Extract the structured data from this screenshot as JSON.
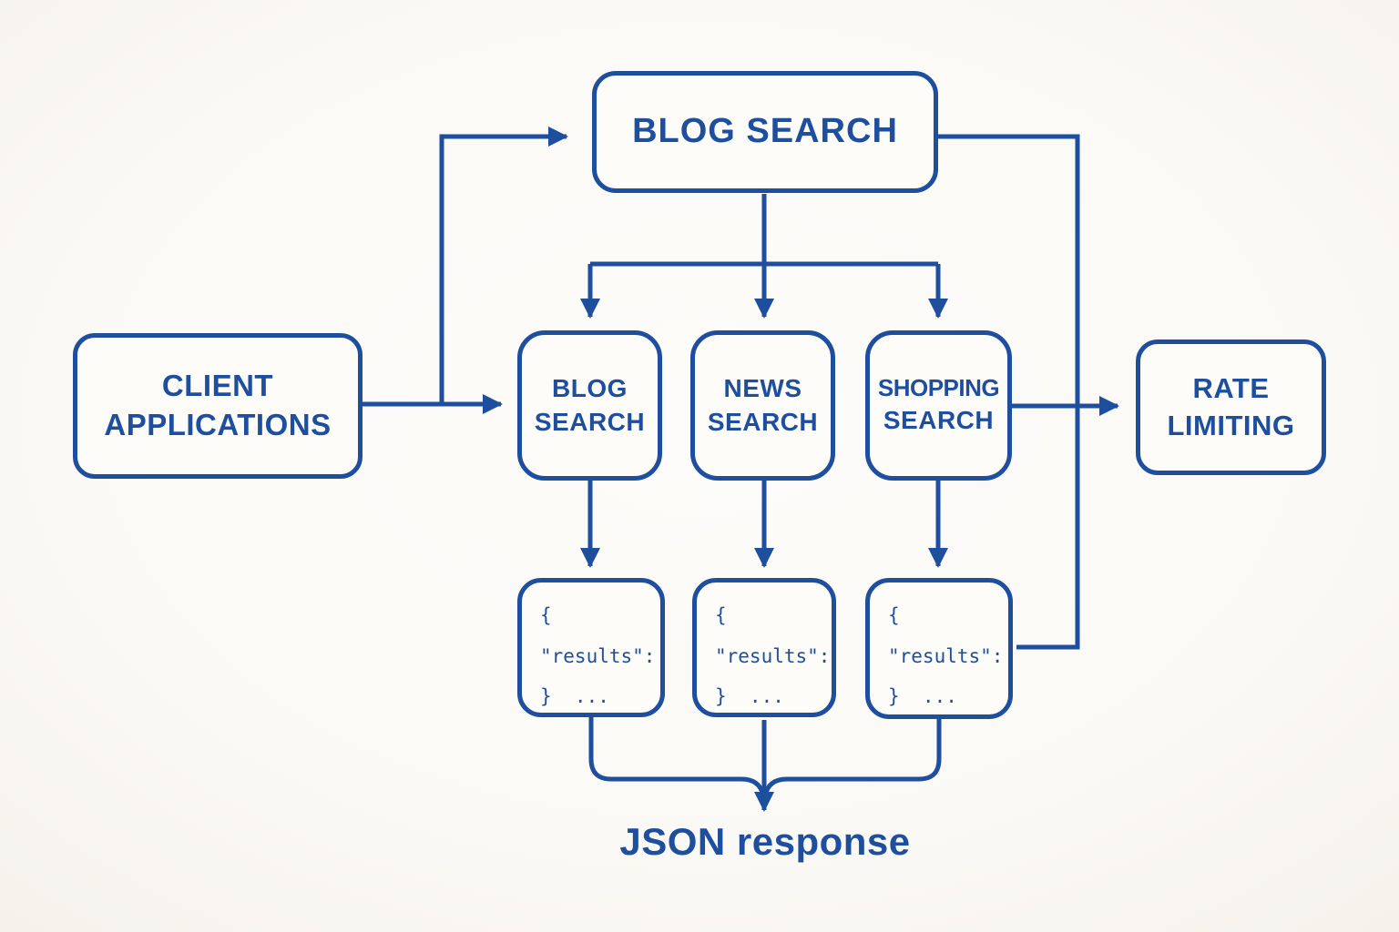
{
  "colors": {
    "accent": "#1e4f9f",
    "background": "#fbf9f5"
  },
  "nodes": {
    "blog_search_top": {
      "label": "BLOG SEARCH"
    },
    "client_applications": {
      "line1": "CLIENT",
      "line2": "APPLICATIONS"
    },
    "blog_search": {
      "line1": "BLOG",
      "line2": "SEARCH"
    },
    "news_search": {
      "line1": "NEWS",
      "line2": "SEARCH"
    },
    "shopping_search": {
      "line1": "SHOPPING",
      "line2": "SEARCH"
    },
    "rate_limiting": {
      "line1": "RATE",
      "line2": "LIMITING"
    },
    "blog_result": {
      "line1": "{",
      "line2": "\"results\":",
      "line3": "}  ..."
    },
    "news_result": {
      "line1": "{",
      "line2": "\"results\":",
      "line3": "}  ..."
    },
    "shopping_result": {
      "line1": "{",
      "line2": "\"results\":",
      "line3": "}  ..."
    }
  },
  "footer": {
    "json_response_label": "JSON response"
  }
}
